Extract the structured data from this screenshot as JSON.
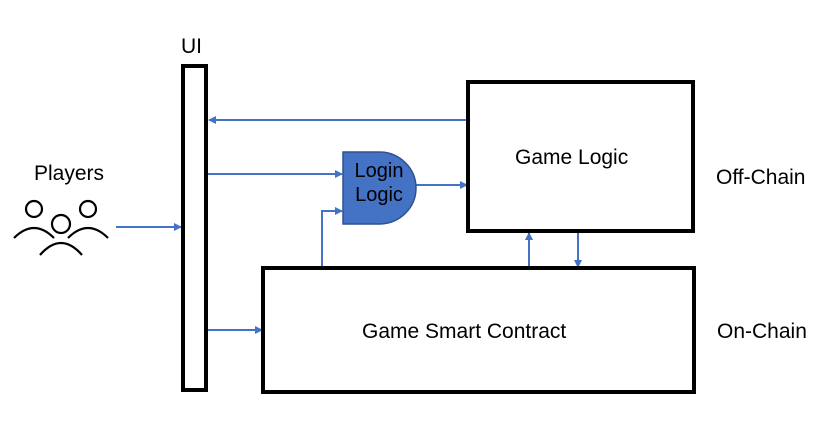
{
  "labels": {
    "ui": "UI",
    "players": "Players",
    "off_chain": "Off-Chain",
    "on_chain": "On-Chain"
  },
  "nodes": {
    "game_logic": "Game Logic",
    "login_logic_line1": "Login",
    "login_logic_line2": "Logic",
    "smart_contract": "Game Smart Contract"
  },
  "icons": {
    "players": "people-group-icon"
  },
  "colors": {
    "arrow": "#4472C4",
    "login_fill": "#4472C4",
    "login_stroke": "#2F528F",
    "box_border": "#000000"
  }
}
